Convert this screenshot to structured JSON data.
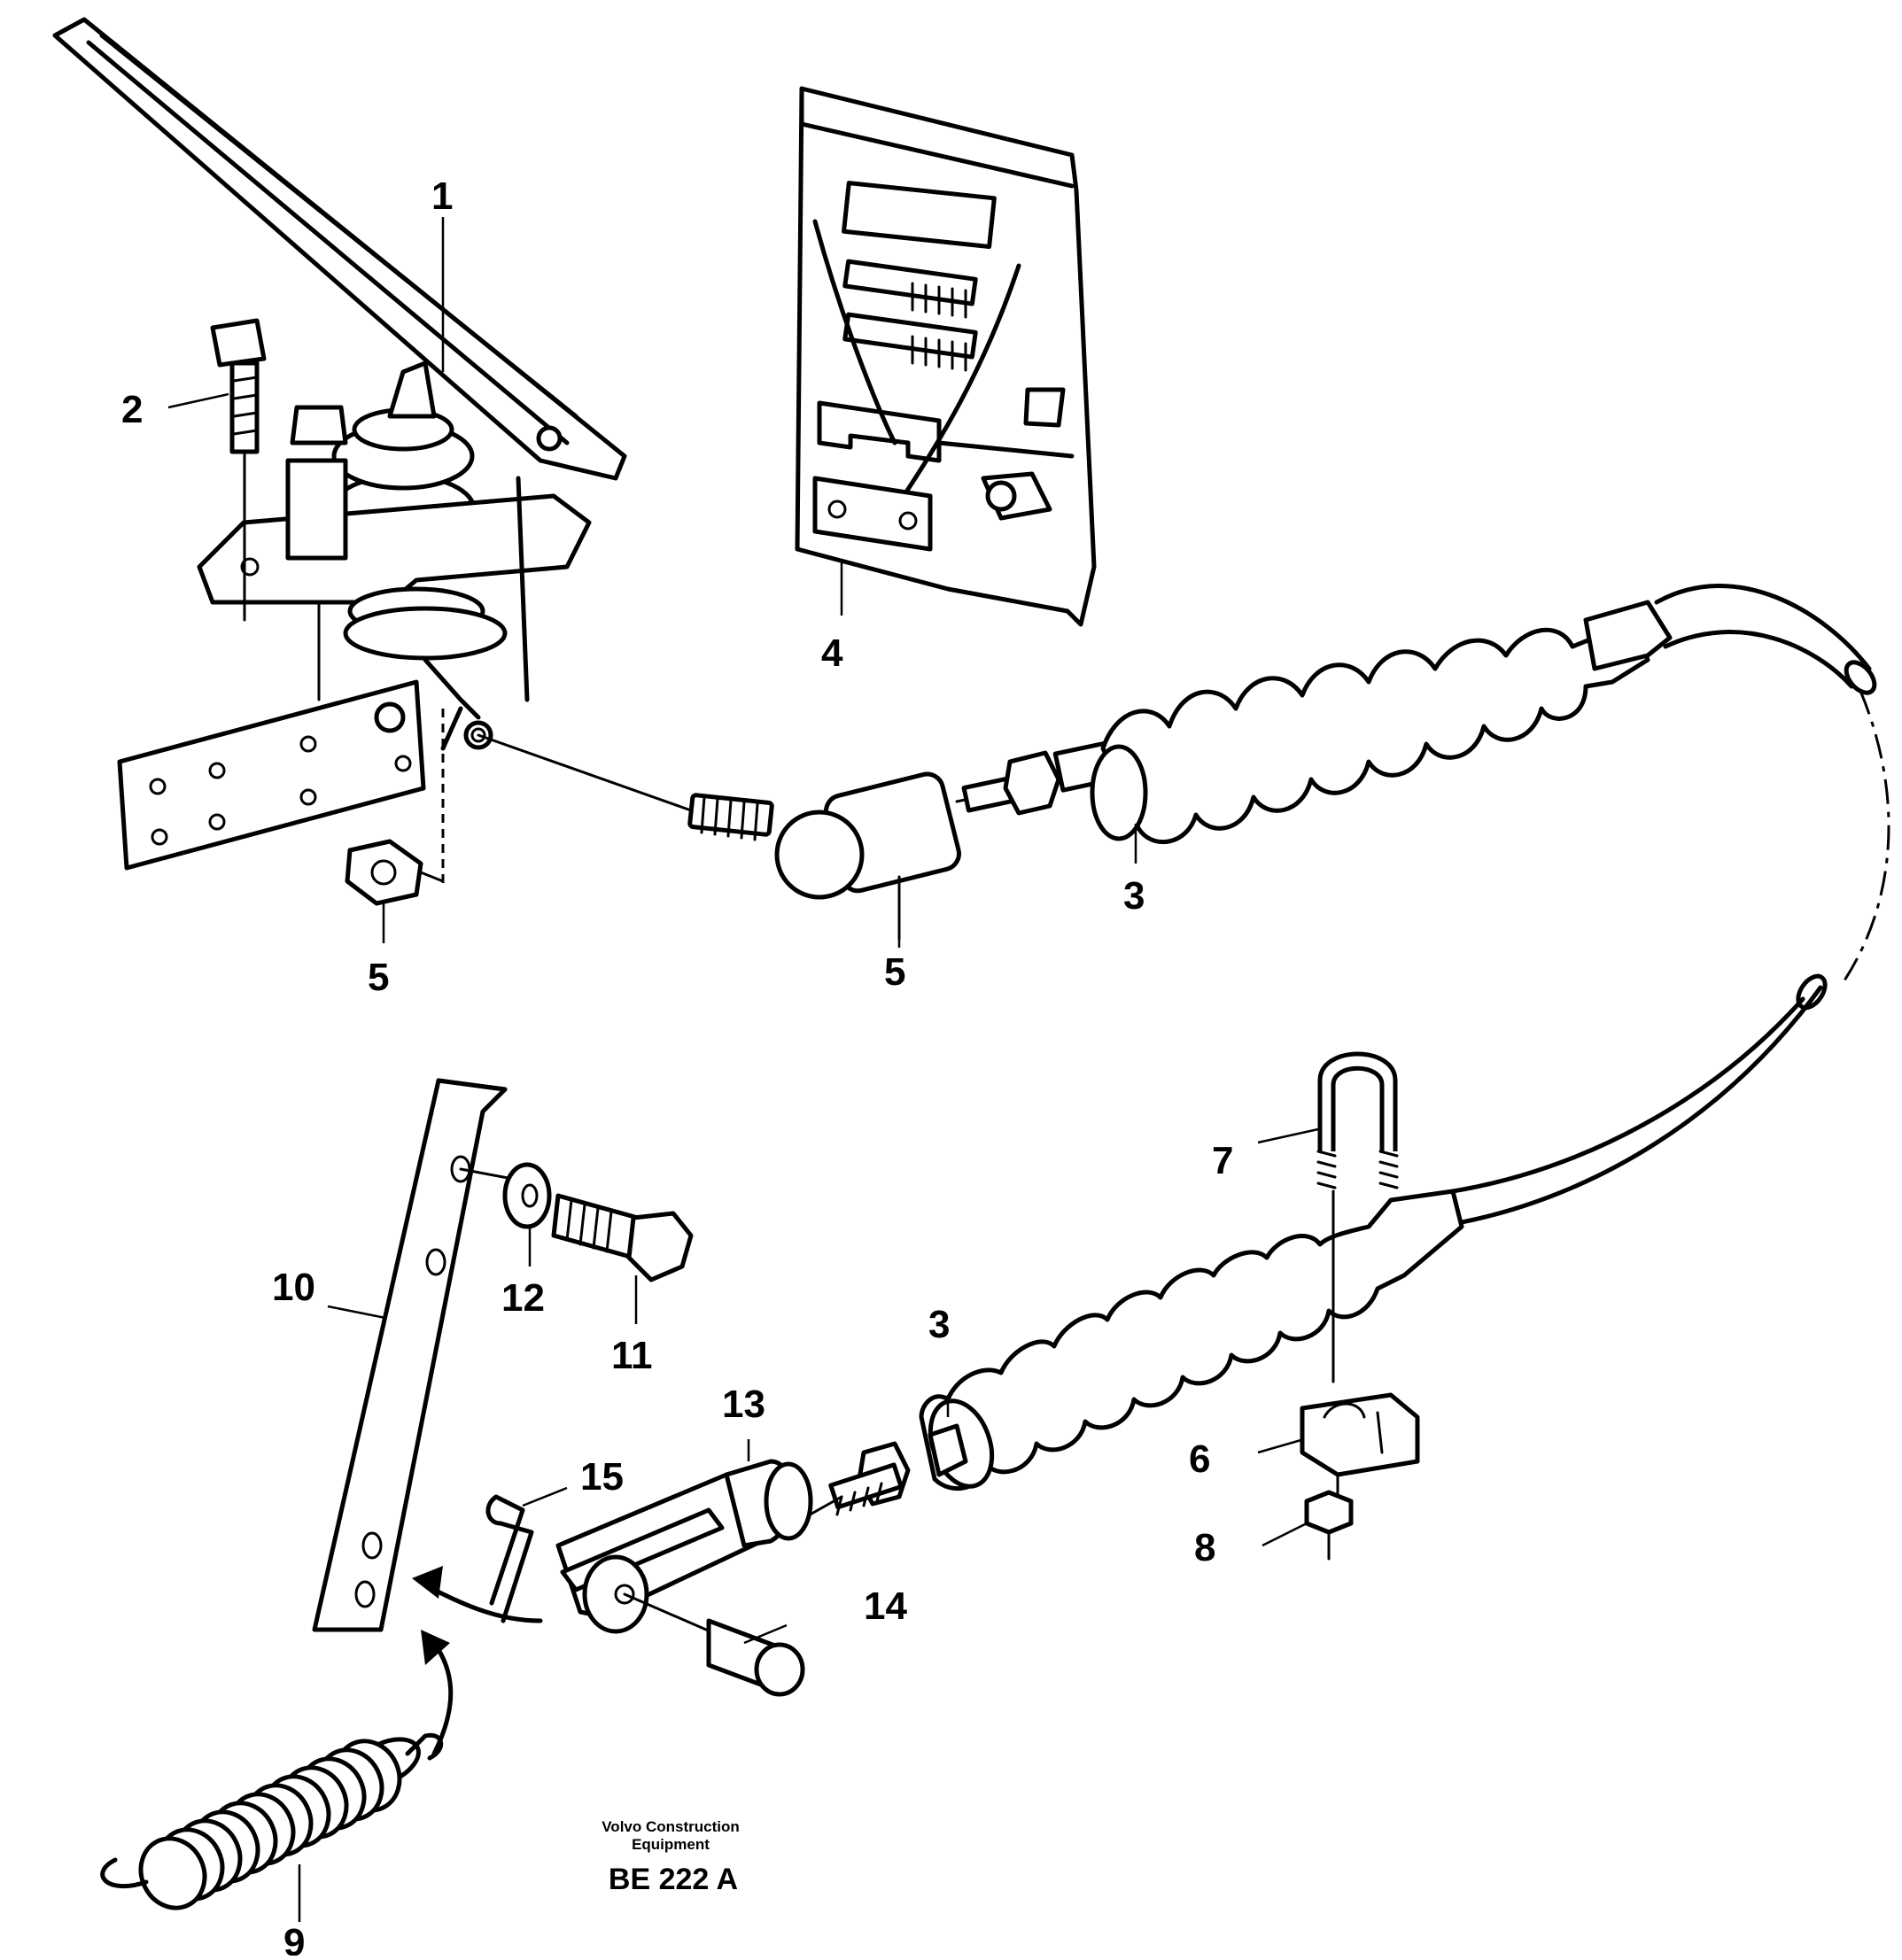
{
  "diagram": {
    "callouts": [
      {
        "id": "c1",
        "text": "1"
      },
      {
        "id": "c2",
        "text": "2"
      },
      {
        "id": "c3a",
        "text": "3"
      },
      {
        "id": "c3b",
        "text": "3"
      },
      {
        "id": "c4",
        "text": "4"
      },
      {
        "id": "c5a",
        "text": "5"
      },
      {
        "id": "c5b",
        "text": "5"
      },
      {
        "id": "c6",
        "text": "6"
      },
      {
        "id": "c7",
        "text": "7"
      },
      {
        "id": "c8",
        "text": "8"
      },
      {
        "id": "c9",
        "text": "9"
      },
      {
        "id": "c10",
        "text": "10"
      },
      {
        "id": "c11",
        "text": "11"
      },
      {
        "id": "c12",
        "text": "12"
      },
      {
        "id": "c13",
        "text": "13"
      },
      {
        "id": "c14",
        "text": "14"
      },
      {
        "id": "c15",
        "text": "15"
      }
    ],
    "credit_line1": "Volvo Construction",
    "credit_line2": "Equipment",
    "drawing_number": "BE 222 A"
  }
}
